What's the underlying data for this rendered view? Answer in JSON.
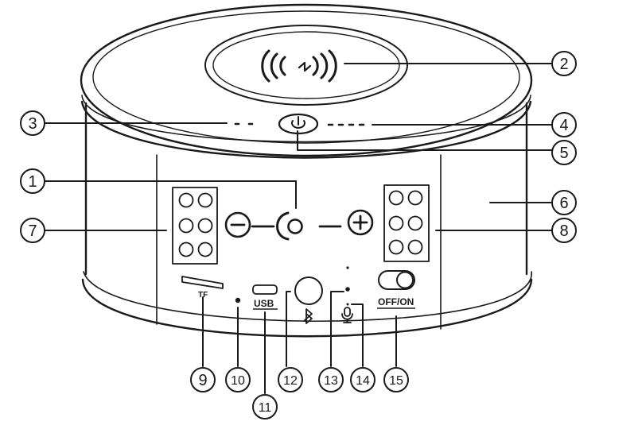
{
  "callouts": [
    {
      "label": "1",
      "target": "play-pause-button"
    },
    {
      "label": "2",
      "target": "wireless-charging-pad"
    },
    {
      "label": "3",
      "target": "left-indicator-dots"
    },
    {
      "label": "4",
      "target": "right-indicator-dots"
    },
    {
      "label": "5",
      "target": "power-button"
    },
    {
      "label": "6",
      "target": "speaker-body"
    },
    {
      "label": "7",
      "target": "left-speaker-grille"
    },
    {
      "label": "8",
      "target": "right-speaker-grille"
    },
    {
      "label": "9",
      "target": "tf-card-slot"
    },
    {
      "label": "10",
      "target": "reset-hole"
    },
    {
      "label": "11",
      "target": "usb-port"
    },
    {
      "label": "12",
      "target": "bluetooth-button"
    },
    {
      "label": "13",
      "target": "led-indicator"
    },
    {
      "label": "14",
      "target": "microphone"
    },
    {
      "label": "15",
      "target": "off-on-switch"
    }
  ],
  "port_labels": {
    "tf": "TF",
    "usb": "USB",
    "switch": "OFF/ON"
  },
  "icons": {
    "charging": "wireless-charging-icon",
    "power": "power-icon",
    "volume_down": "minus-icon",
    "volume_up": "plus-icon",
    "play": "play-pause-icon",
    "bluetooth": "bluetooth-icon",
    "mic": "microphone-icon"
  },
  "colors": {
    "line": "#1a1a1a",
    "fill": "#ffffff"
  }
}
